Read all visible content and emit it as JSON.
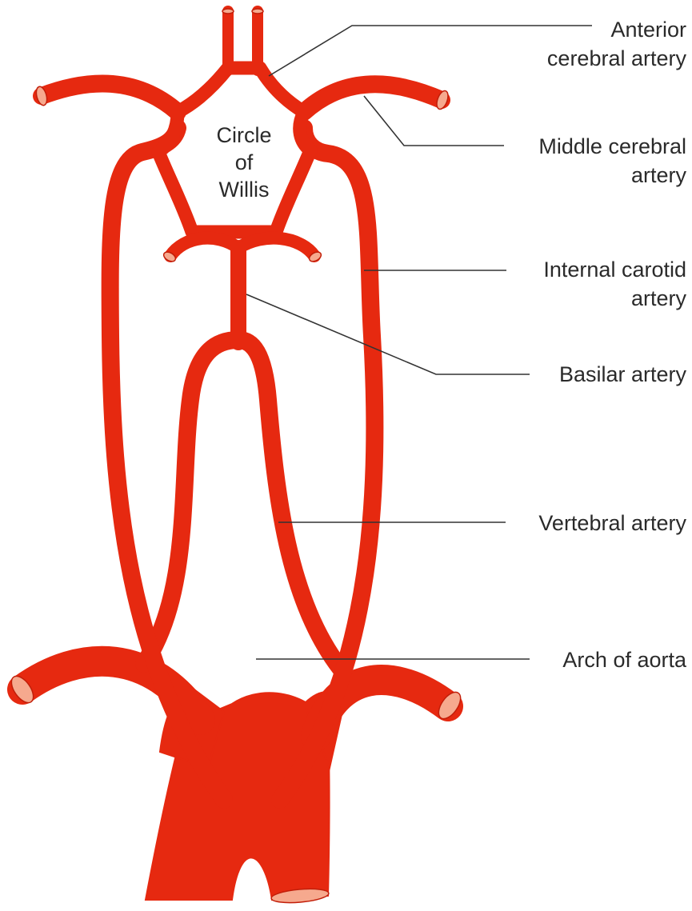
{
  "colors": {
    "artery": "#e62910",
    "artery_edge": "#c21e09",
    "artery_end": "#f6a98e",
    "label": "#2a2a2a",
    "leader": "#333333",
    "background": "#ffffff"
  },
  "center_label": {
    "line1": "Circle",
    "line2": "of",
    "line3": "Willis"
  },
  "labels": {
    "anterior_cerebral": {
      "line1": "Anterior",
      "line2": "cerebral artery"
    },
    "middle_cerebral": {
      "line1": "Middle cerebral",
      "line2": "artery"
    },
    "internal_carotid": {
      "line1": "Internal carotid",
      "line2": "artery"
    },
    "basilar": {
      "line1": "Basilar artery"
    },
    "vertebral": {
      "line1": "Vertebral artery"
    },
    "aortic_arch": {
      "line1": "Arch of aorta"
    }
  }
}
